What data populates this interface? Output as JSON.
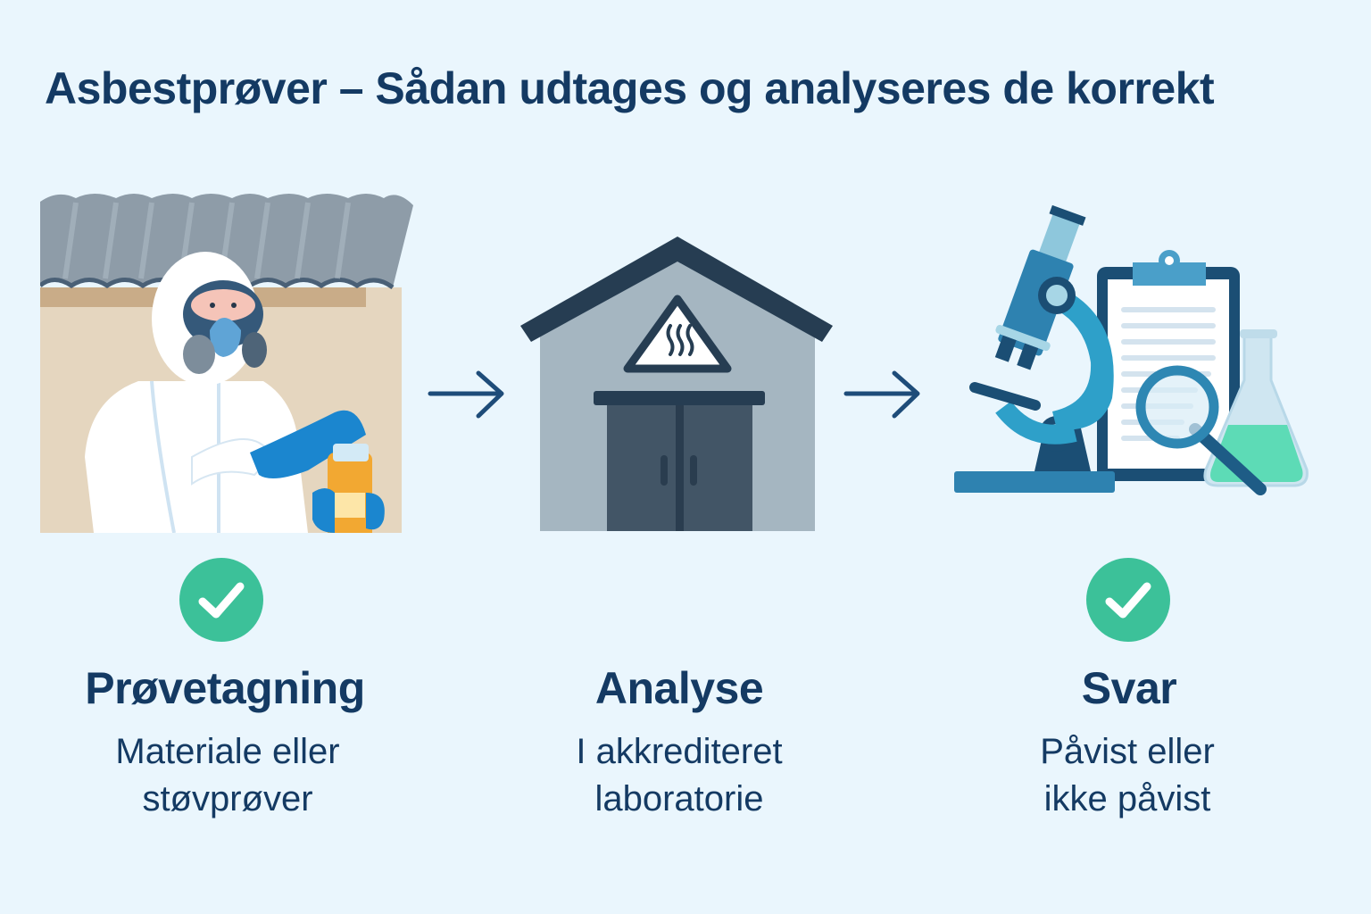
{
  "title": "Asbestprøver – Sådan udtages og analyseres de korrekt",
  "colors": {
    "background": "#eaf6fd",
    "text": "#143a63",
    "check": "#3cc199",
    "arrow": "#1e4c79"
  },
  "steps": [
    {
      "illustration": "worker-in-protective-suit-taking-sample",
      "check_icon": "check-circle-icon",
      "title": "Prøvetagning",
      "desc_line1": "Materiale eller",
      "desc_line2": "støvprøver"
    },
    {
      "illustration": "laboratory-building-with-hazard-sign",
      "title": "Analyse",
      "desc_line1": "I akkrediteret",
      "desc_line2": "laboratorie"
    },
    {
      "illustration": "microscope-clipboard-magnifier-flask",
      "check_icon": "check-circle-icon",
      "title": "Svar",
      "desc_line1": "Påvist eller",
      "desc_line2": "ikke påvist"
    }
  ],
  "arrows": [
    "arrow-right-icon",
    "arrow-right-icon"
  ]
}
